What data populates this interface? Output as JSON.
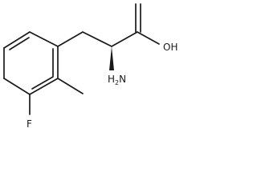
{
  "molecule": {
    "labels": {
      "hydroxyl": "OH",
      "amino_h": "H",
      "amino_subscript": "2",
      "amino_n": "N",
      "fluorine": "F"
    },
    "stereo_bond": "wedge"
  },
  "colors": {
    "bond": "#1a1a1a",
    "background": "#ffffff"
  }
}
